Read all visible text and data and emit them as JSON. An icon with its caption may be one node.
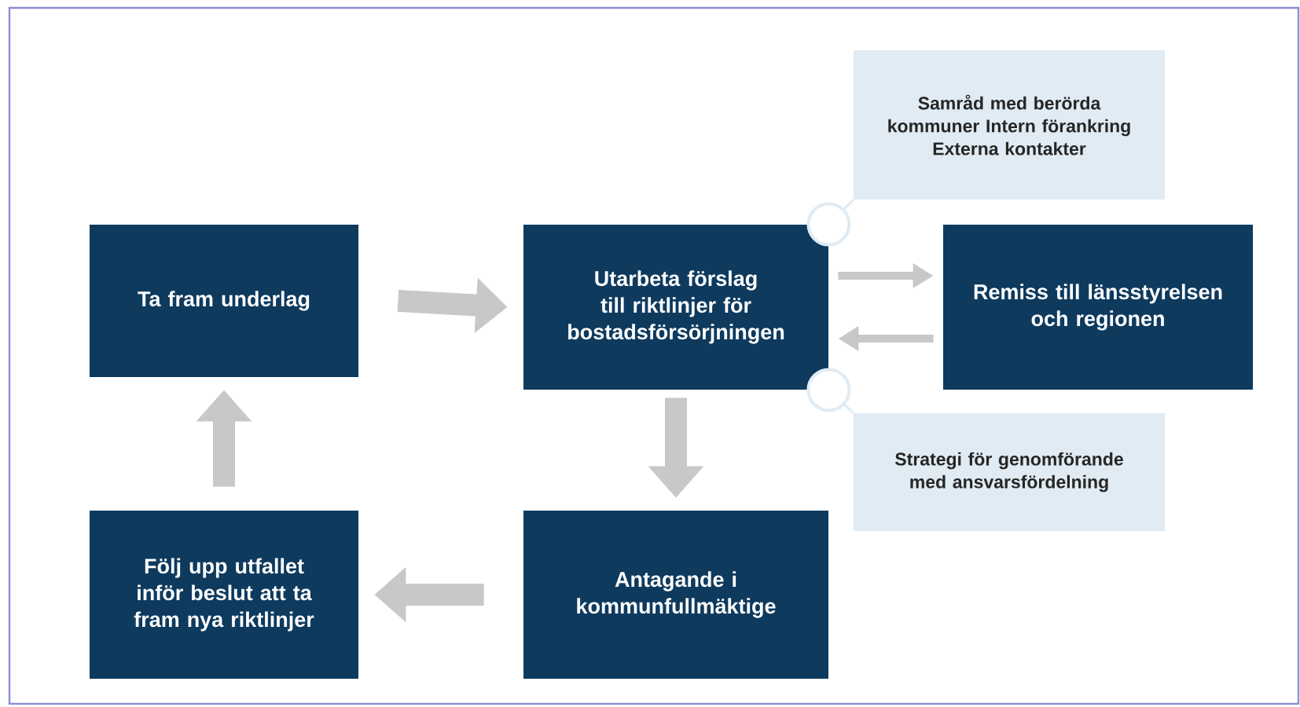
{
  "diagram": {
    "nodes": [
      {
        "text": [
          "Ta fram underlag"
        ]
      },
      {
        "text": [
          "Utarbeta förslag till riktlinjer för bostadsförsörjningen"
        ]
      },
      {
        "text": [
          "Remiss till länsstyrelsen och regionen"
        ]
      },
      {
        "text": [
          "Följ upp utfallet inför beslut att ta fram nya riktlinjer"
        ]
      },
      {
        "text": [
          "Antagande i kommunfullmäktige"
        ]
      },
      {
        "text": [
          "Samråd med berörda kommuner Intern förankring Externa kontakter"
        ]
      },
      {
        "text": [
          "Strategi för genomförande med ansvarsfördelning"
        ]
      }
    ],
    "edges": [
      {
        "from": 0,
        "to": 1,
        "arrow": "to",
        "style": "thick"
      },
      {
        "from": 1,
        "to": 2,
        "arrow": "to"
      },
      {
        "from": 2,
        "to": 1,
        "arrow": "to"
      },
      {
        "from": 1,
        "to": 4,
        "arrow": "to",
        "style": "thick"
      },
      {
        "from": 4,
        "to": 3,
        "arrow": "to",
        "style": "thick"
      },
      {
        "from": 3,
        "to": 0,
        "arrow": "to",
        "style": "thick"
      },
      {
        "from": 5,
        "to": 1,
        "arrow": "other"
      },
      {
        "from": 6,
        "to": 1,
        "arrow": "other"
      }
    ]
  }
}
